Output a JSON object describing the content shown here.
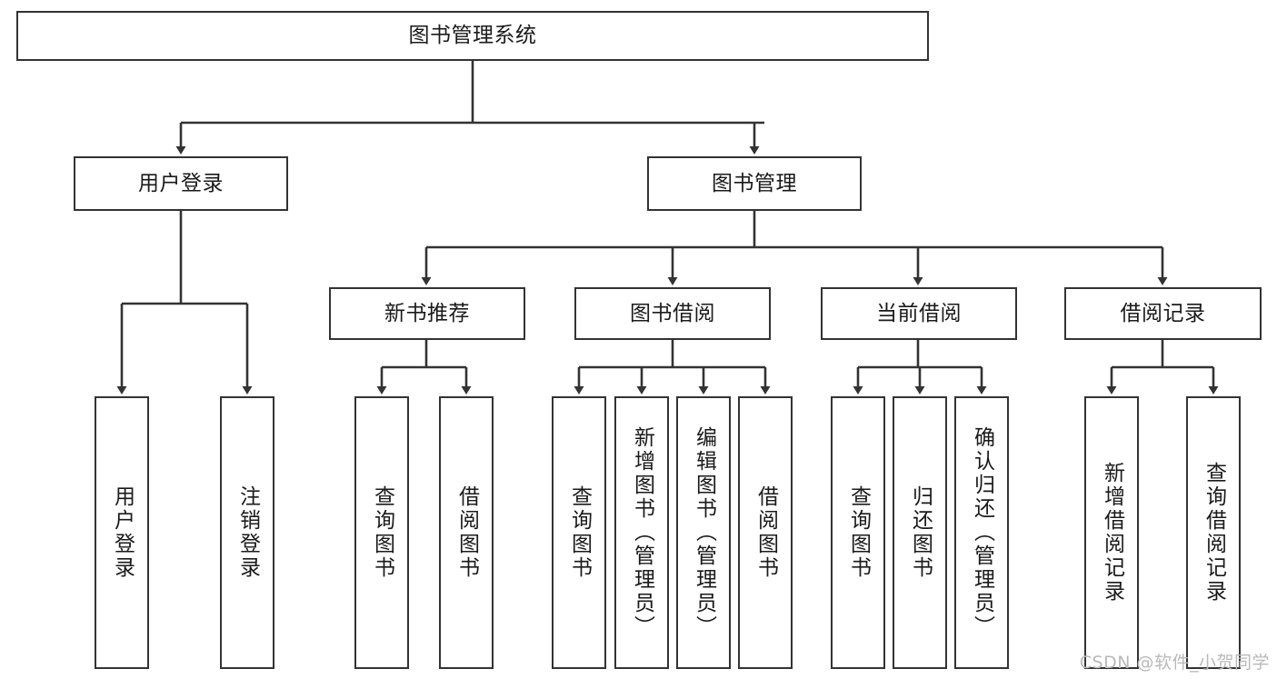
{
  "diagram": {
    "type": "tree",
    "title": "图书管理系统",
    "root": {
      "id": "root",
      "label": "图书管理系统"
    },
    "level2": [
      {
        "id": "user-login",
        "label": "用户登录"
      },
      {
        "id": "book-management",
        "label": "图书管理"
      }
    ],
    "level3": [
      {
        "id": "new-book-recommend",
        "label": "新书推荐",
        "parent": "book-management"
      },
      {
        "id": "book-borrow",
        "label": "图书借阅",
        "parent": "book-management"
      },
      {
        "id": "current-borrow",
        "label": "当前借阅",
        "parent": "book-management"
      },
      {
        "id": "borrow-record",
        "label": "借阅记录",
        "parent": "book-management"
      }
    ],
    "leaves": [
      {
        "id": "leaf-user-login",
        "label": "用户登录",
        "parent": "user-login"
      },
      {
        "id": "leaf-logout-login",
        "label": "注销登录",
        "parent": "user-login"
      },
      {
        "id": "leaf-query-book-1",
        "label": "查询图书",
        "parent": "new-book-recommend"
      },
      {
        "id": "leaf-borrow-book-1",
        "label": "借阅图书",
        "parent": "new-book-recommend"
      },
      {
        "id": "leaf-query-book-2",
        "label": "查询图书",
        "parent": "book-borrow"
      },
      {
        "id": "leaf-add-book",
        "label": "新增图书（管理员）",
        "parent": "book-borrow"
      },
      {
        "id": "leaf-edit-book",
        "label": "编辑图书（管理员）",
        "parent": "book-borrow"
      },
      {
        "id": "leaf-borrow-book-2",
        "label": "借阅图书",
        "parent": "book-borrow"
      },
      {
        "id": "leaf-query-book-3",
        "label": "查询图书",
        "parent": "current-borrow"
      },
      {
        "id": "leaf-return-book",
        "label": "归还图书",
        "parent": "current-borrow"
      },
      {
        "id": "leaf-confirm-return",
        "label": "确认归还（管理员）",
        "parent": "current-borrow"
      },
      {
        "id": "leaf-add-record",
        "label": "新增借阅记录",
        "parent": "borrow-record"
      },
      {
        "id": "leaf-query-record",
        "label": "查询借阅记录",
        "parent": "borrow-record"
      }
    ],
    "colors": {
      "stroke": "#333333",
      "box_fill": "#ffffff",
      "text": "#1a1a1a",
      "watermark": "#b9b9b9"
    }
  },
  "watermark": {
    "text": "CSDN @软件_小贺同学"
  }
}
